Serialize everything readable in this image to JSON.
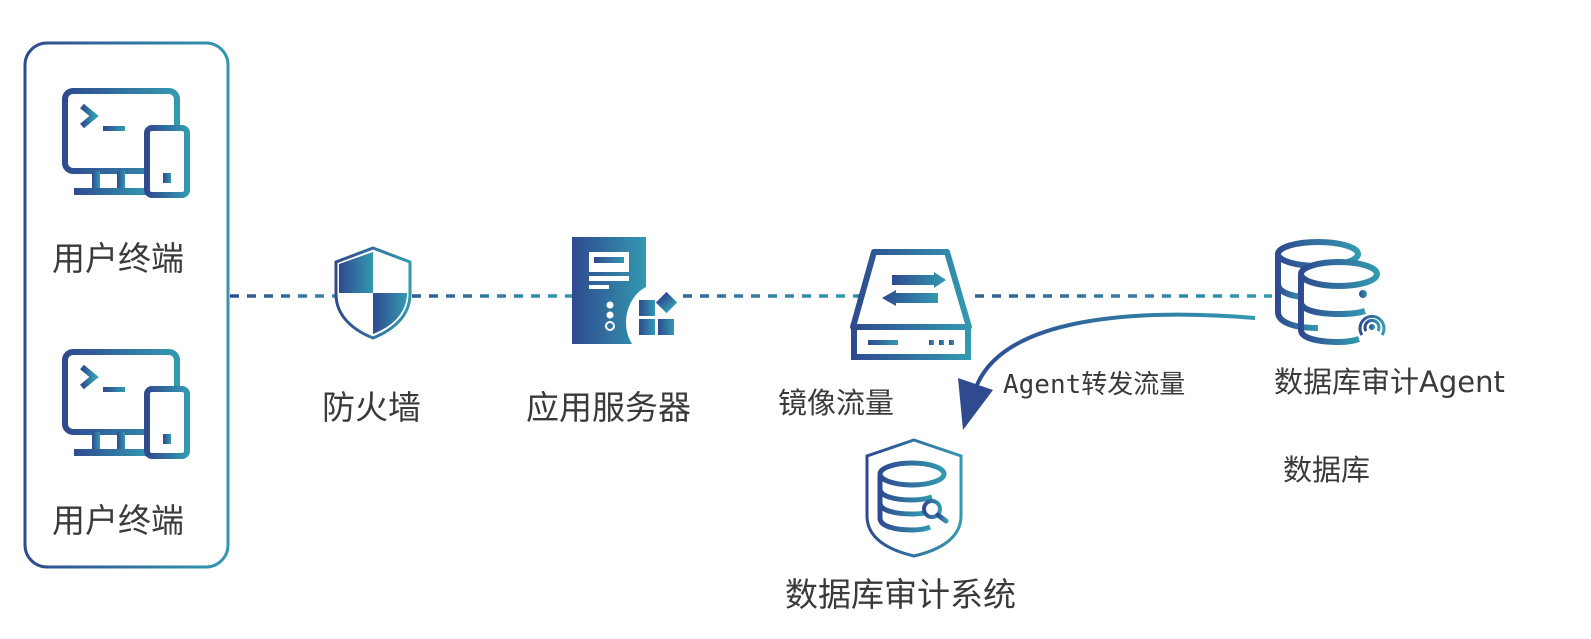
{
  "diagram": {
    "type": "network-topology",
    "colors": {
      "gradient_start": "#2f4a8f",
      "gradient_end": "#3399b0",
      "text": "#3a3a3a",
      "background": "#ffffff"
    },
    "nodes": {
      "terminal_1": {
        "label": "用户终端",
        "icon": "desktop-mobile-terminal-icon"
      },
      "terminal_2": {
        "label": "用户终端",
        "icon": "desktop-mobile-terminal-icon"
      },
      "firewall": {
        "label": "防火墙",
        "icon": "shield-icon"
      },
      "app_server": {
        "label": "应用服务器",
        "icon": "server-apps-icon"
      },
      "switch": {
        "label": "镜像流量",
        "icon": "switch-exchange-icon"
      },
      "audit_system": {
        "label": "数据库审计系统",
        "icon": "database-shield-search-icon"
      },
      "database": {
        "label": "数据库",
        "icon": "database-signal-icon",
        "sublabel": "数据库审计Agent"
      }
    },
    "edges": [
      {
        "from": "terminal_group",
        "to": "firewall",
        "style": "dashed"
      },
      {
        "from": "firewall",
        "to": "app_server",
        "style": "dashed"
      },
      {
        "from": "app_server",
        "to": "switch",
        "style": "dashed"
      },
      {
        "from": "switch",
        "to": "database",
        "style": "dashed"
      },
      {
        "from": "switch",
        "to": "audit_system",
        "style": "solid+dashed",
        "label": "镜像流量"
      },
      {
        "from": "database",
        "to": "audit_system",
        "style": "curved-arrow",
        "label": "Agent转发流量"
      }
    ]
  }
}
